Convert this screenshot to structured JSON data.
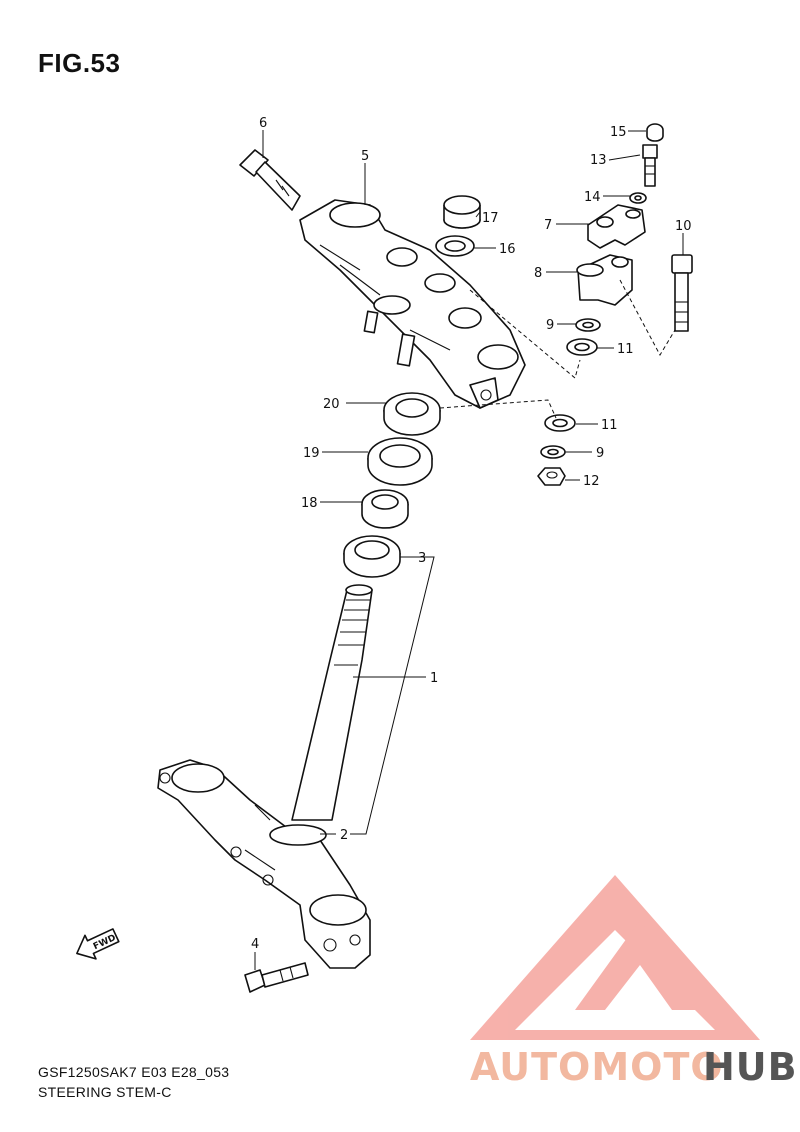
{
  "figure": {
    "title": "FIG.53",
    "code": "GSF1250SAK7 E03 E28_053",
    "name": "STEERING STEM-C"
  },
  "fwd_arrow_label": "FWD",
  "callouts": {
    "c1": "1",
    "c2": "2",
    "c3": "3",
    "c4": "4",
    "c5": "5",
    "c6": "6",
    "c7": "7",
    "c8": "8",
    "c9a": "9",
    "c9b": "9",
    "c10": "10",
    "c11a": "11",
    "c11b": "11",
    "c12": "12",
    "c13": "13",
    "c14": "14",
    "c15": "15",
    "c16": "16",
    "c17": "17",
    "c18": "18",
    "c19": "19",
    "c20": "20"
  },
  "watermark": {
    "part1": "AUTOMOTO",
    "part2": "HUB",
    "color_primary": "#f4a7a0",
    "color_accent": "#f2c06a",
    "color_dark": "#555555"
  }
}
